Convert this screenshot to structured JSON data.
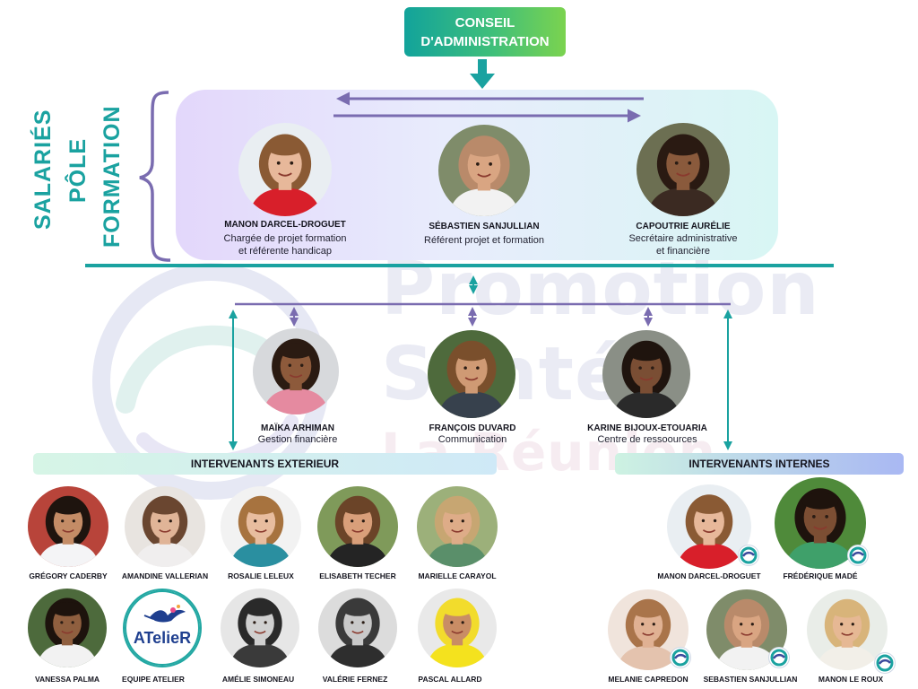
{
  "board": {
    "line1": "CONSEIL",
    "line2": "D'ADMINISTRATION"
  },
  "side_labels": [
    "SALARIÉS",
    "PÔLE",
    "FORMATION"
  ],
  "watermark": {
    "line1": "Promotion",
    "line2": "Santé",
    "line3": "La Réunion"
  },
  "staff": [
    {
      "name": "MANON DARCEL-DROGUET",
      "role_line1": "Chargée de projet formation",
      "role_line2": "et référente handicap",
      "skin": "#e7b89a",
      "hair": "#8a5a34",
      "shirt": "#d81f2a",
      "bg": "#e9eef2"
    },
    {
      "name": "SÉBASTIEN SANJULLIAN",
      "role_line1": "Référent projet et formation",
      "role_line2": "",
      "skin": "#d9a582",
      "hair": "#b98a6a",
      "shirt": "#f2f2f2",
      "bg": "#7f8c6a"
    },
    {
      "name": "CAPOUTRIE AURÉLIE",
      "role_line1": "Secrétaire administrative",
      "role_line2": "et financière",
      "skin": "#8a5a3c",
      "hair": "#2a1a12",
      "shirt": "#3b2a22",
      "bg": "#6c6f52"
    }
  ],
  "support": [
    {
      "name": "MAÏKA ARHIMAN",
      "role": "Gestion financière",
      "skin": "#8d5a3b",
      "hair": "#2b1b12",
      "shirt": "#e58aa0",
      "bg": "#d7d9dc"
    },
    {
      "name": "FRANÇOIS DUVARD",
      "role": "Communication",
      "skin": "#cf9a74",
      "hair": "#7a4f2c",
      "shirt": "#37414d",
      "bg": "#4e6a3c"
    },
    {
      "name": "KARINE BIJOUX-ETOUARIA",
      "role": "Centre de ressoources",
      "skin": "#7a4e34",
      "hair": "#1f140e",
      "shirt": "#2a2a2a",
      "bg": "#8a8f86"
    }
  ],
  "sections": {
    "external": "INTERVENANTS EXTERIEUR",
    "internal": "INTERVENANTS INTERNES"
  },
  "external_row1": [
    {
      "name": "GRÉGORY CADERBY",
      "skin": "#c48c66",
      "hair": "#1e140e",
      "shirt": "#f4f4f6",
      "bg": "#b8443a"
    },
    {
      "name": "AMANDINE VALLERIAN",
      "skin": "#e0b497",
      "hair": "#6a4630",
      "shirt": "#f0eeee",
      "bg": "#e8e4e0"
    },
    {
      "name": "ROSALIE LELEUX",
      "skin": "#e8bd9f",
      "hair": "#a7733f",
      "shirt": "#2a8fa0",
      "bg": "#f2f2f2"
    },
    {
      "name": "ELISABETH TECHER",
      "skin": "#d99f7a",
      "hair": "#6b4428",
      "shirt": "#242424",
      "bg": "#7f9a5a"
    },
    {
      "name": "MARIELLE CARAYOL",
      "skin": "#deac88",
      "hair": "#c7a672",
      "shirt": "#5a8f6a",
      "bg": "#9cb07a"
    }
  ],
  "external_row2": [
    {
      "name": "VANESSA PALMA",
      "skin": "#8f5f3f",
      "hair": "#1d130d",
      "shirt": "#f2f2f2",
      "bg": "#4d6a3c"
    },
    {
      "name": "EQUIPE ATELIER",
      "logo_text": "ATelieR"
    },
    {
      "name": "AMÉLIE SIMONEAU",
      "skin": "#d0d0d0",
      "hair": "#2a2a2a",
      "shirt": "#3a3a3a",
      "bg": "#e6e6e6"
    },
    {
      "name": "VALÉRIE FERNEZ",
      "skin": "#c9c9c9",
      "hair": "#3a3a3a",
      "shirt": "#2e2e2e",
      "bg": "#dcdcdc"
    },
    {
      "name": "PASCAL ALLARD",
      "skin": "#c98d65",
      "hair": "#f2dc2c",
      "shirt": "#f4e21e",
      "bg": "#e9e9e9"
    }
  ],
  "internal_row1": [
    {
      "name": "MANON DARCEL-DROGUET",
      "skin": "#e7b89a",
      "hair": "#8a5a34",
      "shirt": "#d81f2a",
      "bg": "#e9eef2"
    },
    {
      "name": "FRÉDÉRIQUE MADÉ",
      "skin": "#7c4e33",
      "hair": "#1e130d",
      "shirt": "#3fa06a",
      "bg": "#4f8a3a"
    }
  ],
  "internal_row2": [
    {
      "name": "MELANIE CAPREDON",
      "skin": "#e0b193",
      "hair": "#a9744a",
      "shirt": "#e4c3ae",
      "bg": "#f0e4dc"
    },
    {
      "name": "SEBASTIEN SANJULLIAN",
      "skin": "#d9a582",
      "hair": "#b98a6a",
      "shirt": "#f2f2f2",
      "bg": "#7f8c6a"
    },
    {
      "name": "MANON LE ROUX",
      "skin": "#e6b894",
      "hair": "#d8b47a",
      "shirt": "#f2efe8",
      "bg": "#e9ede8"
    }
  ],
  "colors": {
    "teal": "#1aa2a0",
    "purple": "#7a6cb0",
    "ext_bar": "#d2f3e3",
    "int_bar": "#b9c7f3"
  }
}
